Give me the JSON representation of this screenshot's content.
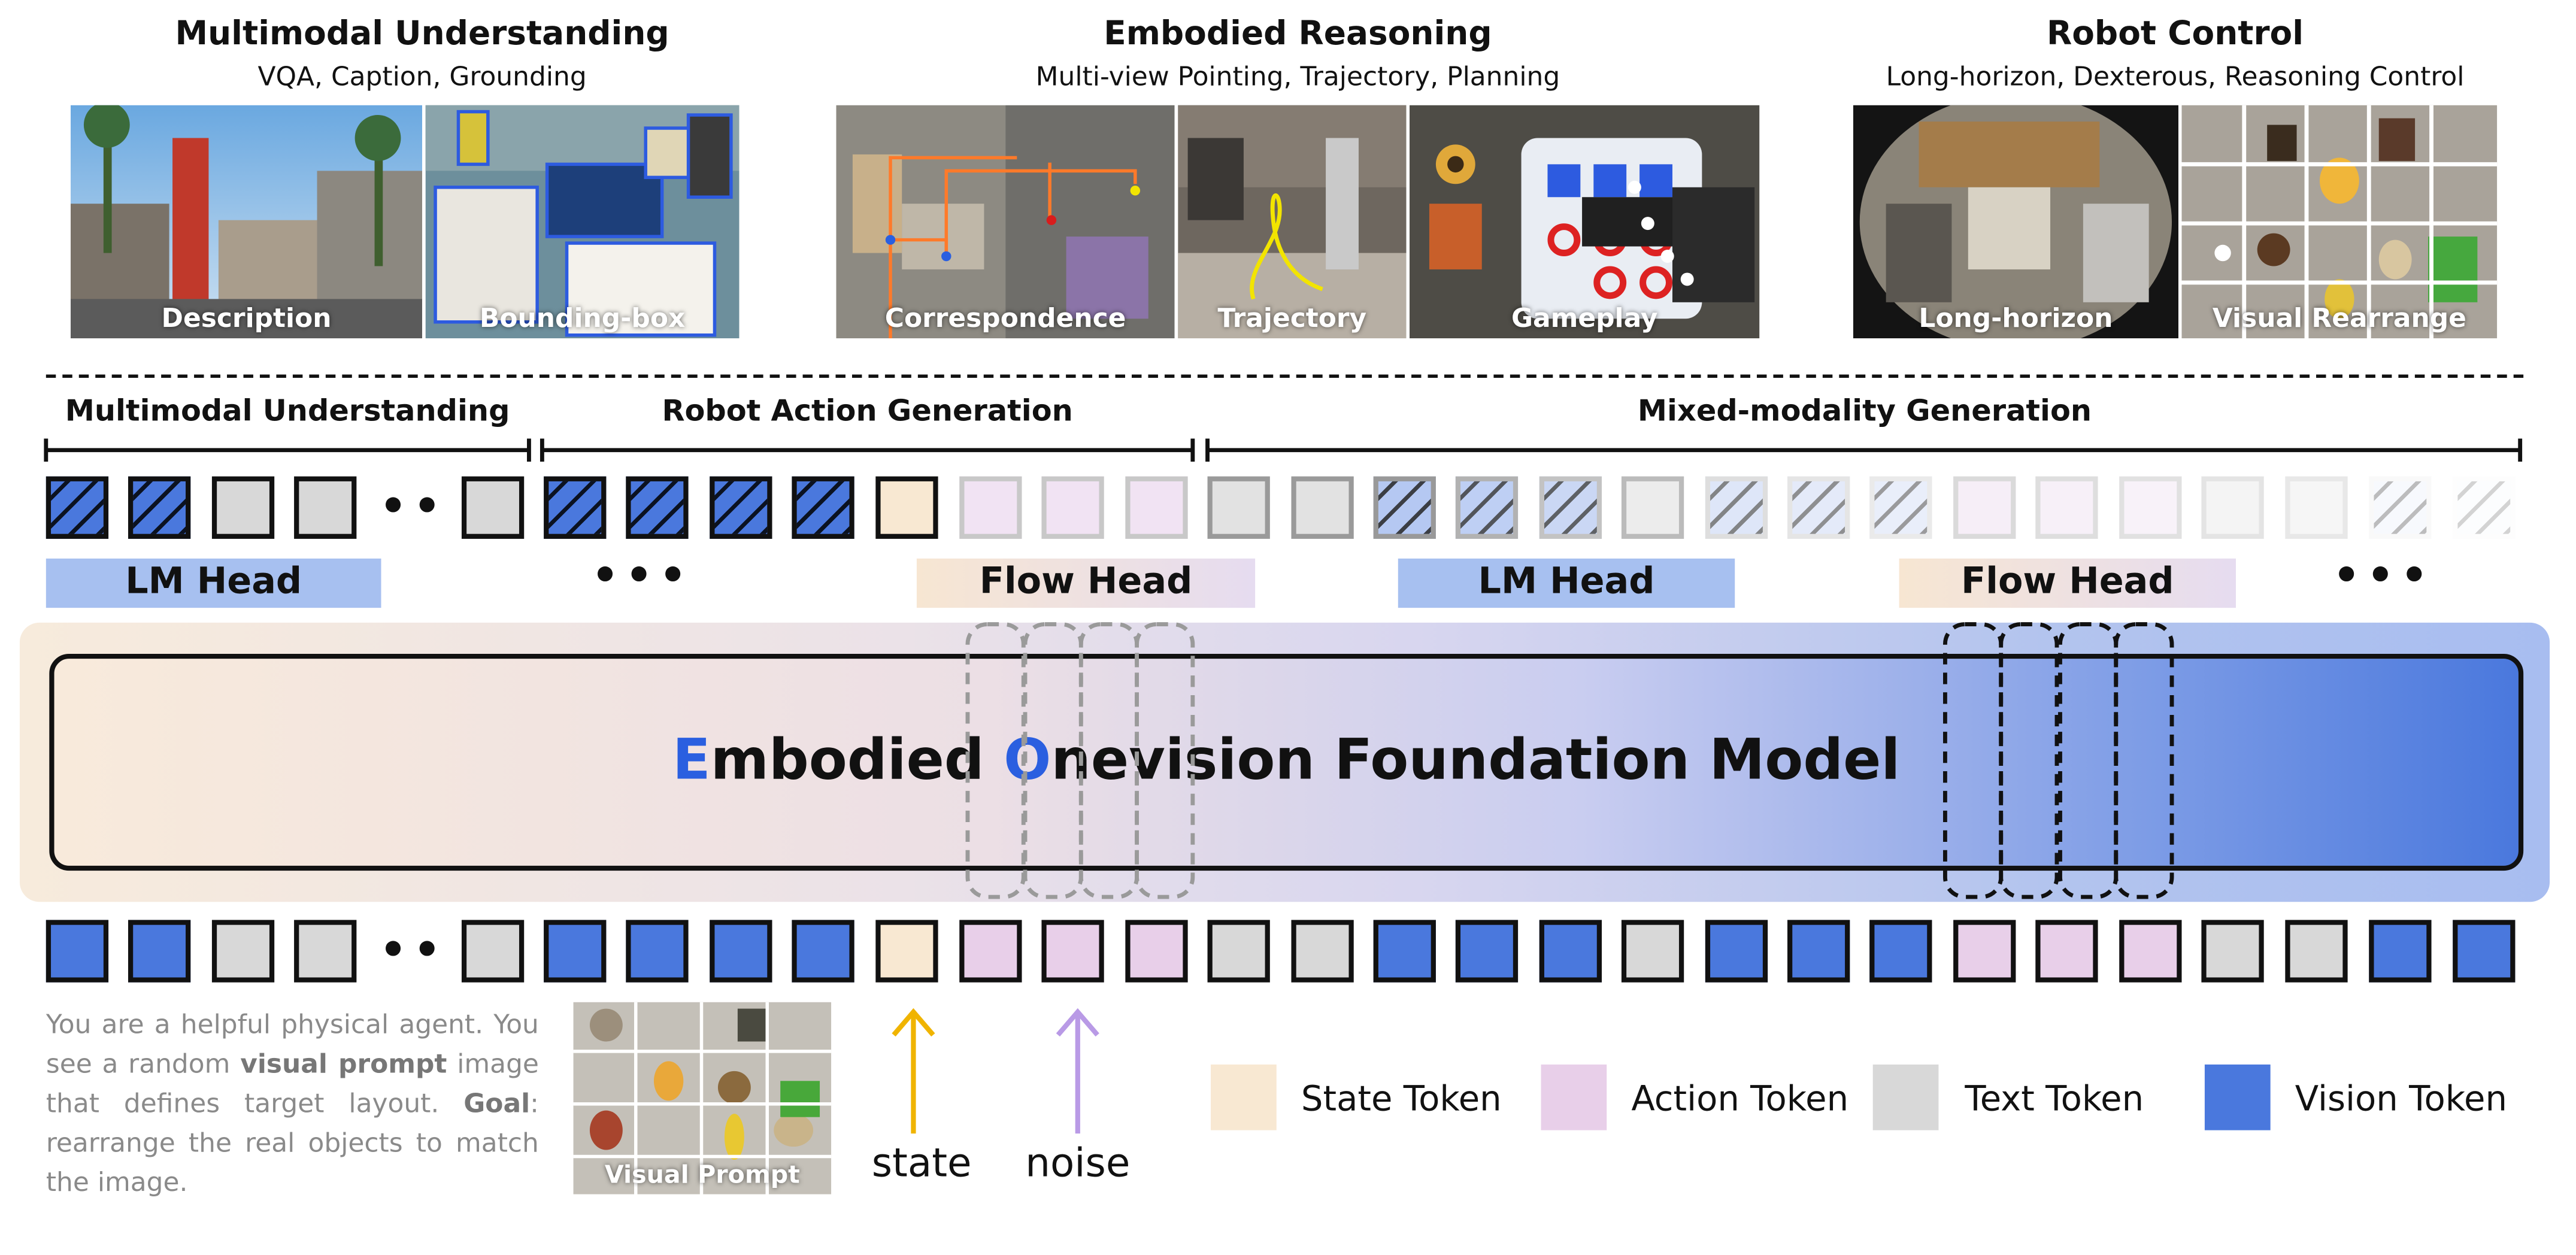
{
  "sections": [
    {
      "title": "Multimodal Understanding",
      "subtitle": "VQA, Caption, Grounding",
      "captions": [
        "Description",
        "Bounding-box"
      ]
    },
    {
      "title": "Embodied Reasoning",
      "subtitle": "Multi-view Pointing, Trajectory, Planning",
      "captions": [
        "Correspondence",
        "Trajectory",
        "Gameplay"
      ]
    },
    {
      "title": "Robot Control",
      "subtitle": "Long-horizon, Dexterous, Reasoning Control",
      "captions": [
        "Long-horizon",
        "Visual Rearrange"
      ]
    }
  ],
  "bands": [
    {
      "label": "Multimodal Understanding"
    },
    {
      "label": "Robot Action Generation"
    },
    {
      "label": "Mixed-modality Generation"
    }
  ],
  "heads": [
    "LM Head",
    "Flow Head",
    "LM Head",
    "Flow Head"
  ],
  "model": {
    "title_rest_1": "mbodied ",
    "title_letter_e": "E",
    "title_letter_o": "O",
    "title_rest_2": "nevision Foundation Model"
  },
  "prompt": {
    "line_a": "You are a helpful physical agent. You see a random ",
    "bold_a": "visual prompt",
    "line_b": " image that defines target layout. ",
    "bold_b": "Goal",
    "line_c": ": rearrange the real objects to match the image.",
    "image_caption": "Visual Prompt"
  },
  "arrows": {
    "state_label": "state",
    "noise_label": "noise"
  },
  "legend": [
    {
      "label": "State Token",
      "color": "#f8e8d2"
    },
    {
      "label": "Action Token",
      "color": "#e8cfe9"
    },
    {
      "label": "Text Token",
      "color": "#d8d8d8"
    },
    {
      "label": "Vision Token",
      "color": "#4a78dd"
    }
  ],
  "colors": {
    "vision": "#4a78dd",
    "text": "#d8d8d8",
    "state": "#f8e8d2",
    "action": "#e8cfe9",
    "state_arrow": "#f0b400",
    "noise_arrow": "#b99ae6",
    "accent_blue": "#2a5fe0"
  }
}
